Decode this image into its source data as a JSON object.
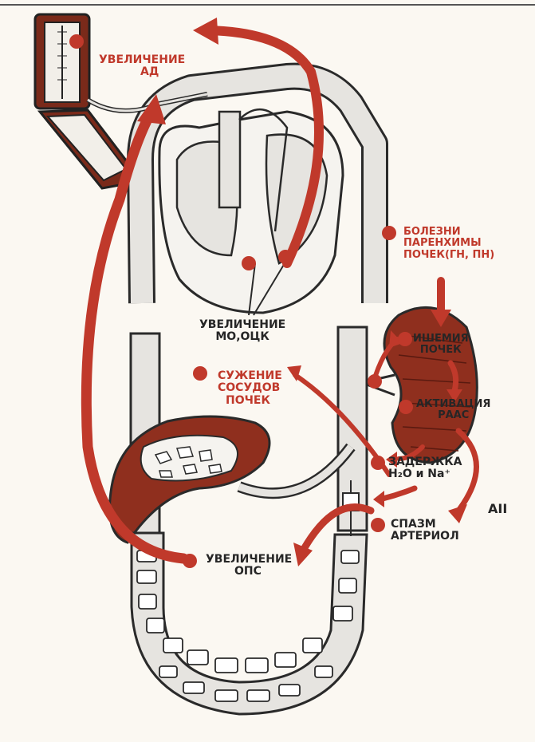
{
  "colors": {
    "accent_red": "#c0392b",
    "organ_brown": "#8f2f1e",
    "vessel_gray": "#e6e4e0",
    "outline": "#2a2a2a",
    "background": "#fbf8f2"
  },
  "labels": {
    "increase_bp": [
      "УВЕЛИЧЕНИЕ",
      "АД"
    ],
    "renal_disease": [
      "БОЛЕЗНИ",
      "ПАРЕНХИМЫ",
      "ПОЧЕК(ГН, ПН)"
    ],
    "increase_co": [
      "УВЕЛИЧЕНИЕ",
      "МО,ОЦК"
    ],
    "kidney_ischemia": [
      "ИШЕМИЯ",
      "ПОЧЕК"
    ],
    "renal_vasoconstriction": [
      "СУЖЕНИЕ",
      "СОСУДОВ",
      "ПОЧЕК"
    ],
    "raas_activation": [
      "АКТИВАЦИЯ",
      "РААС"
    ],
    "retention": [
      "ЗАДЕРЖКА",
      "H₂O и Na⁺"
    ],
    "arteriole_spasm": [
      "СПАЗМ",
      "АРТЕРИОЛ"
    ],
    "increase_pvr": [
      "УВЕЛИЧЕНИЕ",
      "ОПС"
    ],
    "angiotensin": "АII"
  }
}
